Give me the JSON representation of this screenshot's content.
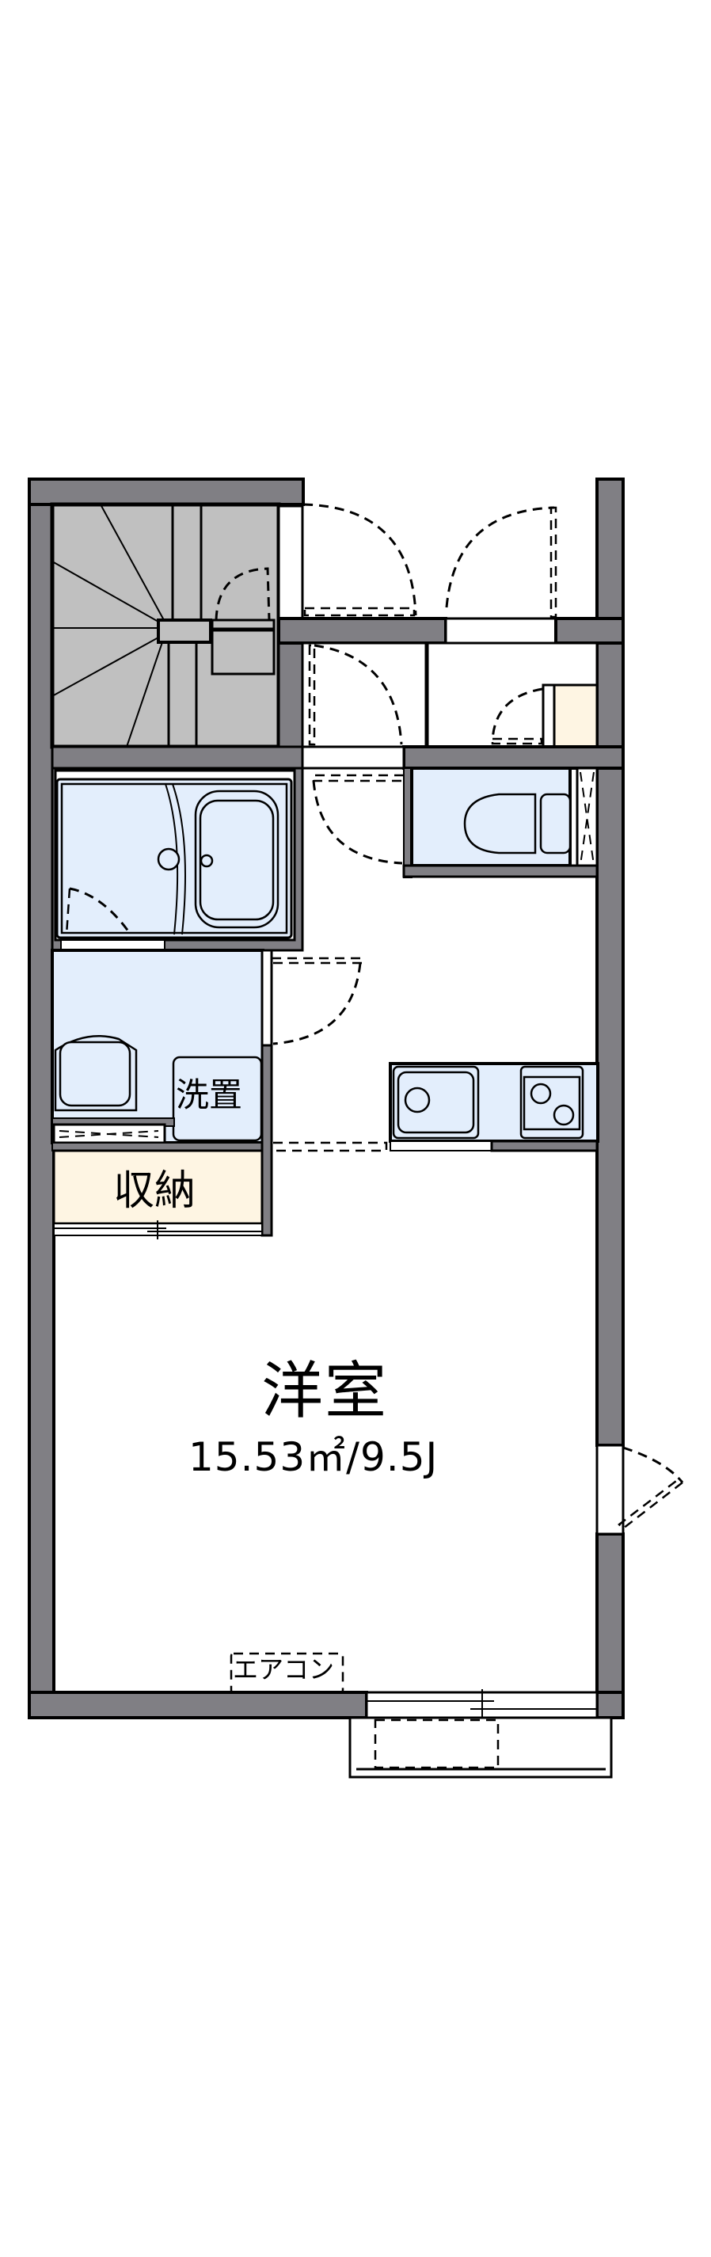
{
  "floor_plan": {
    "main_room": {
      "name": "洋室",
      "area": "15.53㎡/9.5J",
      "area_sqm": 15.53,
      "size_jo": 9.5
    },
    "labels": {
      "storage": "収納",
      "washer_space": "洗置",
      "air_conditioner": "エアコン"
    },
    "rooms": [
      {
        "id": "stairs",
        "label": ""
      },
      {
        "id": "entrance",
        "label": ""
      },
      {
        "id": "shoe-cabinet",
        "label": ""
      },
      {
        "id": "bathroom",
        "label": ""
      },
      {
        "id": "toilet",
        "label": ""
      },
      {
        "id": "washroom",
        "label": ""
      },
      {
        "id": "kitchen",
        "label": ""
      },
      {
        "id": "storage",
        "label": "収納"
      },
      {
        "id": "western-room",
        "label": "洋室"
      },
      {
        "id": "balcony",
        "label": ""
      }
    ],
    "colors": {
      "wall": "#807f84",
      "wet_area": "#e3eefc",
      "storage": "#fef5e3",
      "stairs": "#c0c0c0"
    }
  }
}
